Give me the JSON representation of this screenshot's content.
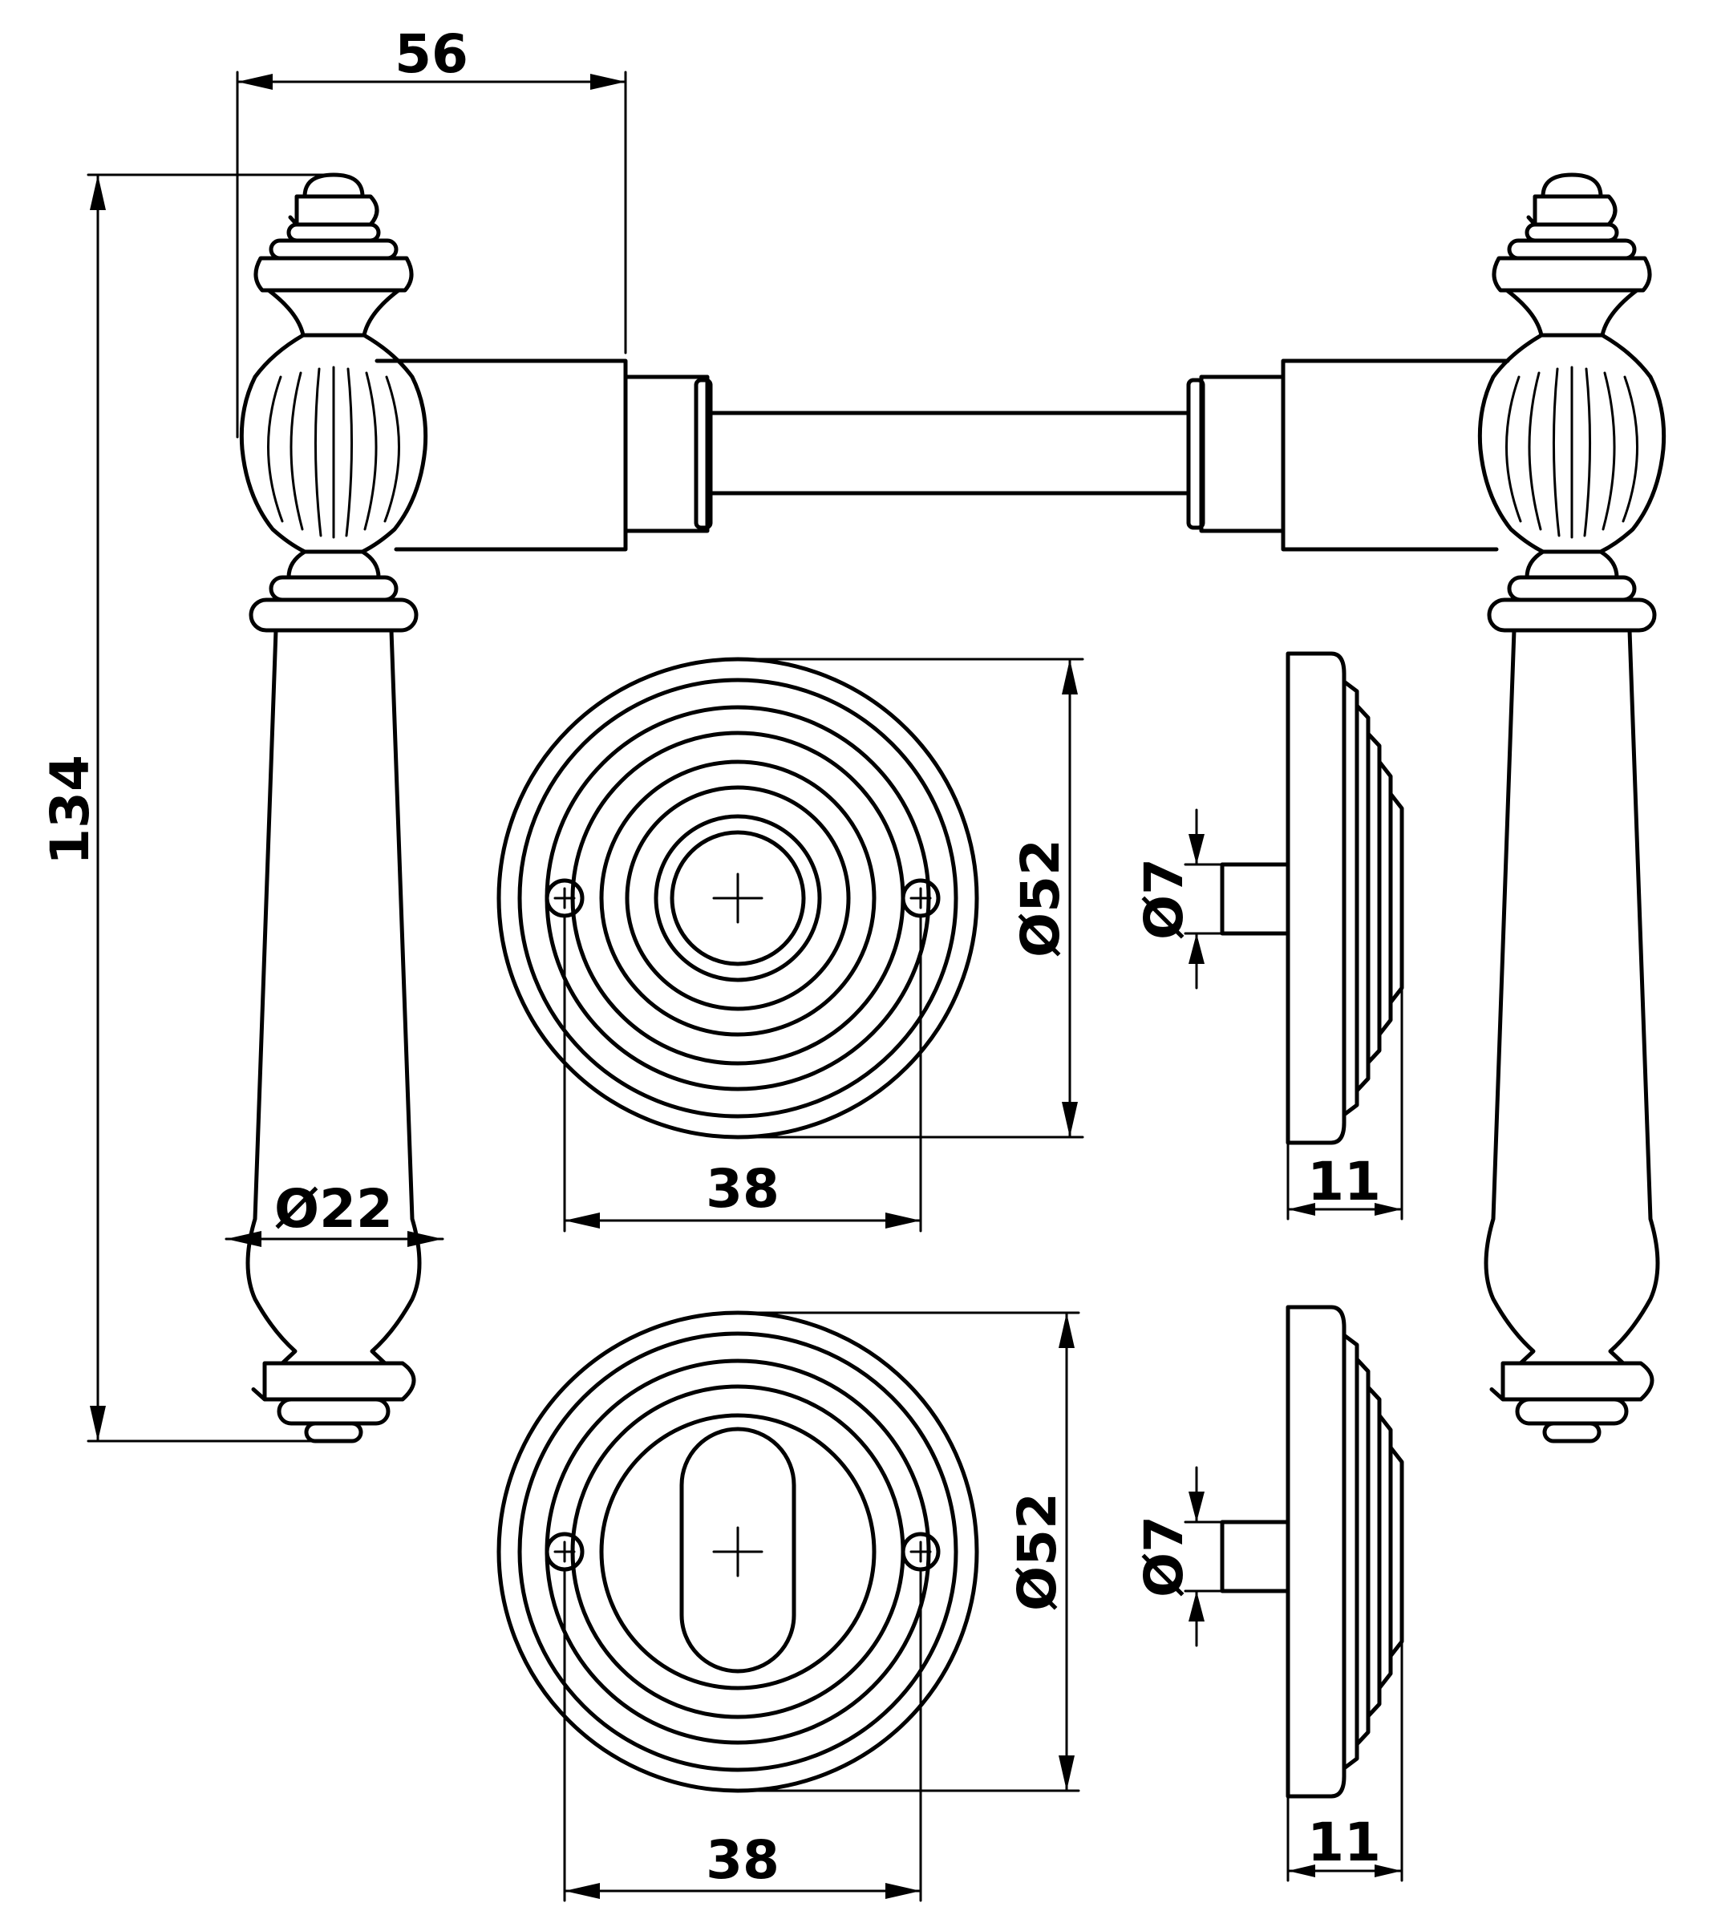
{
  "drawing": {
    "dimensions": {
      "lever_projection": "56",
      "lever_length": "134",
      "grip_diameter": "Ø22",
      "rose_diameter_top": "Ø52",
      "rose_diameter_bottom": "Ø52",
      "screw_spacing_top": "38",
      "screw_spacing_bottom": "38",
      "pin_diameter_top": "Ø7",
      "pin_diameter_bottom": "Ø7",
      "rose_thickness_top": "11",
      "rose_thickness_bottom": "11"
    }
  }
}
